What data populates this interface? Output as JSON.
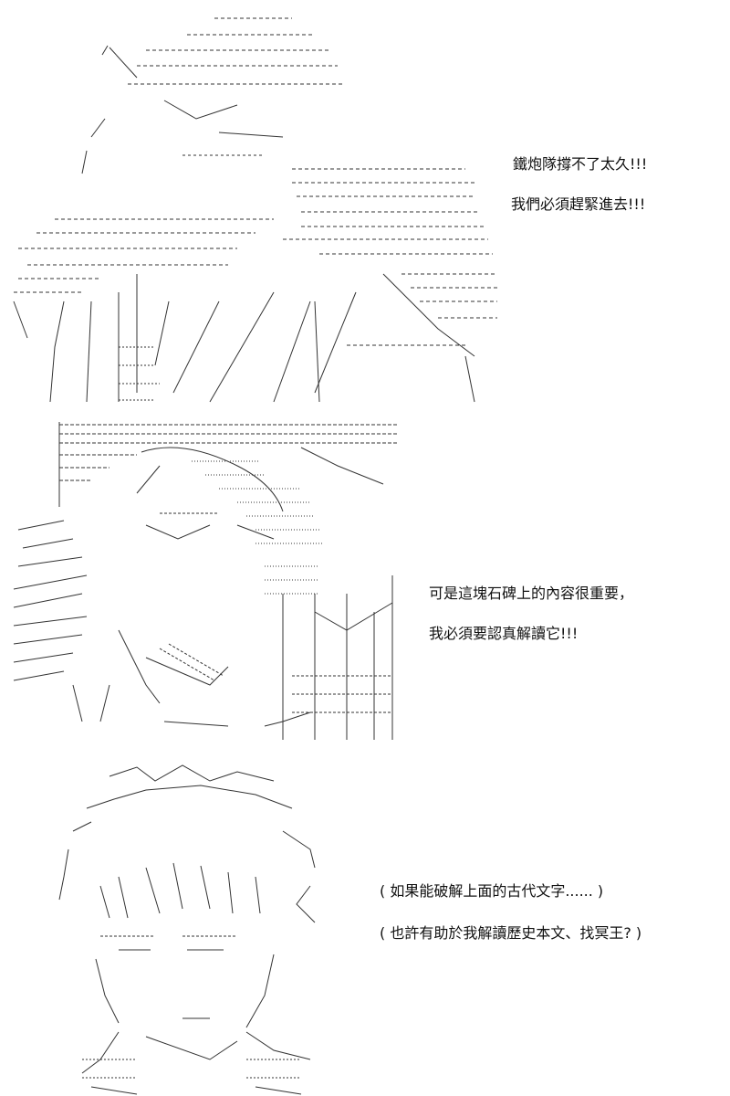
{
  "panels": [
    {
      "id": "panel-1",
      "caption_lines": [
        "鐵炮隊撐不了太久!!!",
        "我們必須趕緊進去!!!"
      ]
    },
    {
      "id": "panel-2",
      "caption_lines": [
        "可是這塊石碑上的內容很重要，",
        "我必須要認真解讀它!!!"
      ]
    },
    {
      "id": "panel-3",
      "caption_lines": [
        "( 如果能破解上面的古代文字...... )",
        "( 也許有助於我解讀歷史本文、找冥王? )"
      ]
    }
  ]
}
